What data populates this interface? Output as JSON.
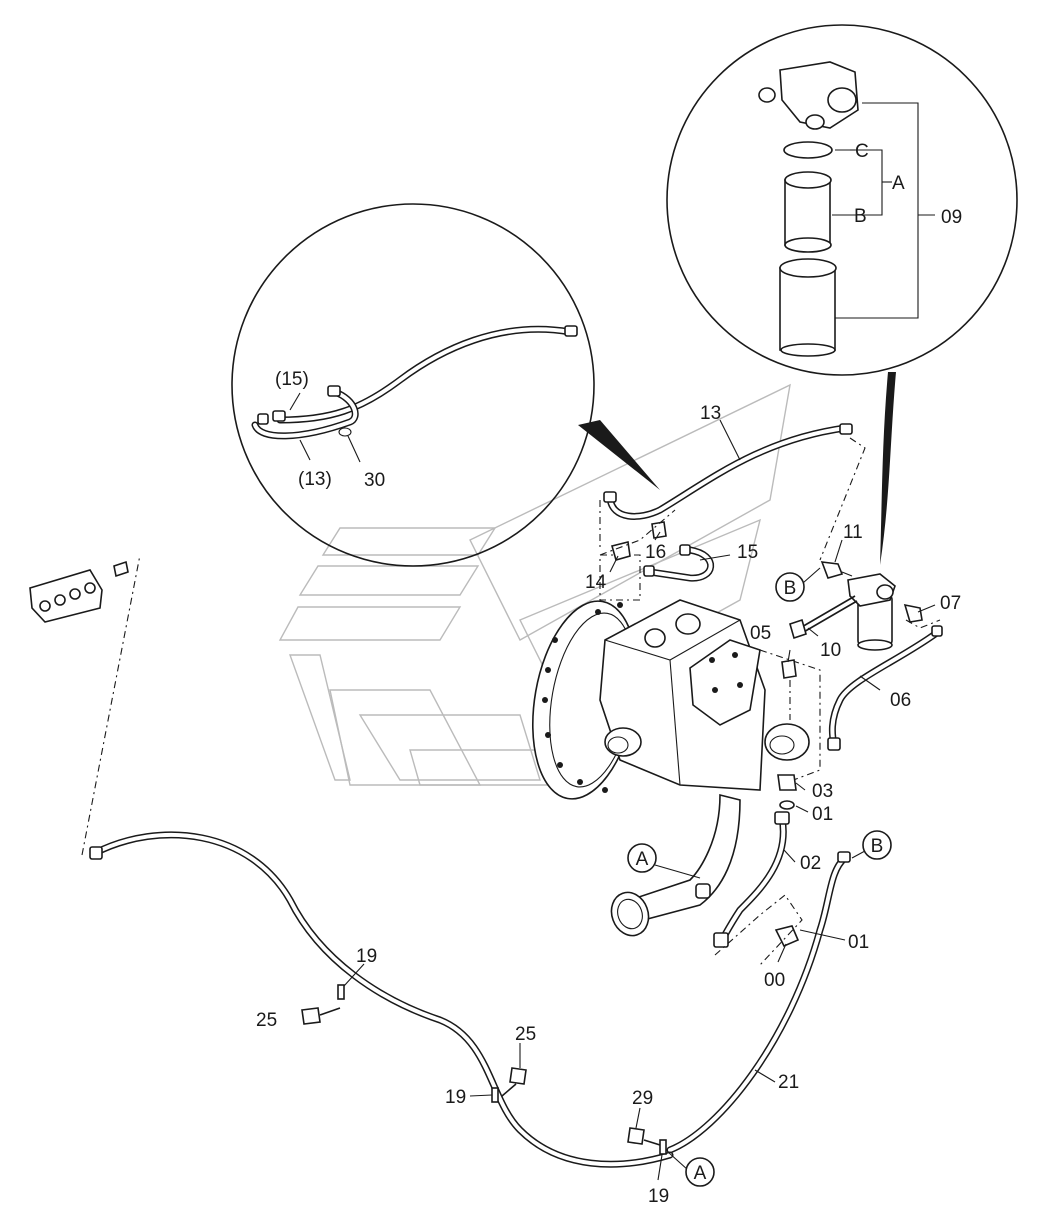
{
  "diagram": {
    "labels": {
      "p13": "13",
      "p11": "11",
      "p16": "16",
      "p15": "15",
      "p14": "14",
      "p10": "10",
      "p07": "07",
      "p05": "05",
      "p06": "06",
      "p03": "03",
      "p01a": "01",
      "p02": "02",
      "p01b": "01",
      "p00": "00",
      "p09": "09",
      "pA_kit": "A",
      "pB_kit": "B",
      "pC_kit": "C",
      "d15": "(15)",
      "d13": "(13)",
      "d30": "30",
      "p19a": "19",
      "p25a": "25",
      "p25b": "25",
      "p19b": "19",
      "p29": "29",
      "p19c": "19",
      "p21": "21"
    },
    "callouts": {
      "a1": "A",
      "a2": "A",
      "b1": "B",
      "b2": "B"
    }
  }
}
